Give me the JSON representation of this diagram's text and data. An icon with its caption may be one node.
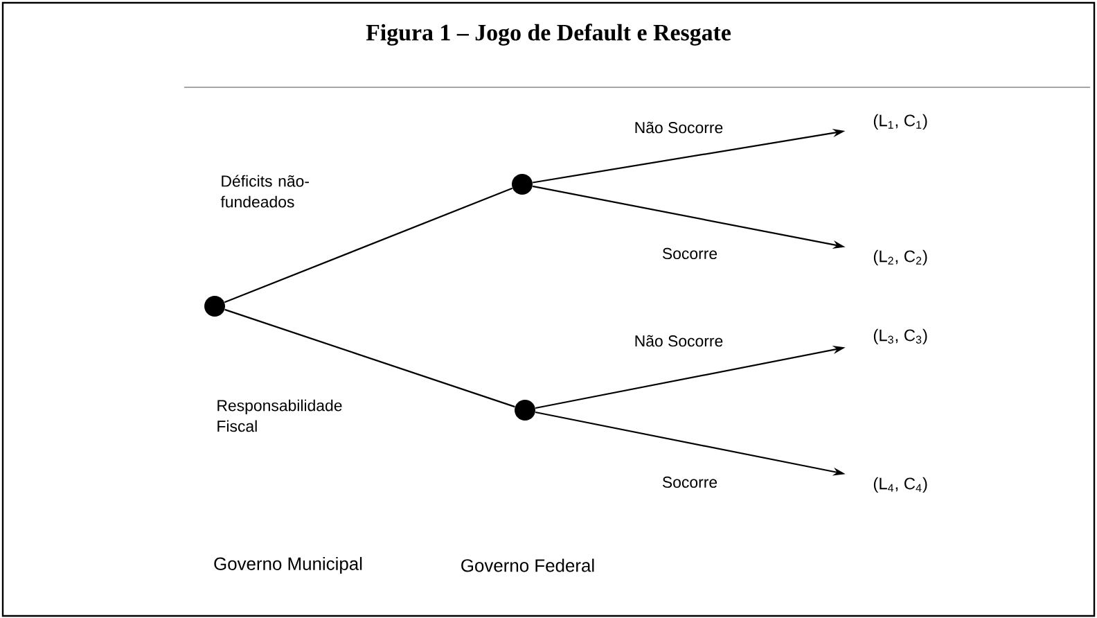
{
  "diagram": {
    "title": "Figura 1 – Jogo de Default e Resgate",
    "nodes": [
      {
        "text": [],
        "shape": "circle"
      },
      {
        "text": [],
        "shape": "circle"
      },
      {
        "text": [],
        "shape": "circle"
      },
      {
        "text": [
          "(L$_{1}$, C$_{1}$)"
        ]
      },
      {
        "text": [
          "(L$_{2}$, C$_{2}$)"
        ]
      },
      {
        "text": [
          "(L$_{3}$, C$_{3}$)"
        ]
      },
      {
        "text": [
          "(L$_{4}$, C$_{4}$)"
        ]
      }
    ],
    "edges": [
      {
        "from": 0,
        "to": 1,
        "arrow": "none",
        "label": "Déficits não-fundeados"
      },
      {
        "from": 0,
        "to": 2,
        "arrow": "none",
        "label": "Responsabilidade Fiscal"
      },
      {
        "from": 1,
        "to": 3,
        "arrow": "to",
        "label": "Não Socorre"
      },
      {
        "from": 1,
        "to": 4,
        "arrow": "to",
        "label": "Socorre"
      },
      {
        "from": 2,
        "to": 5,
        "arrow": "to",
        "label": "Não Socorre"
      },
      {
        "from": 2,
        "to": 6,
        "arrow": "to",
        "label": "Socorre"
      }
    ],
    "labels": [
      "Governo Municipal",
      "Governo Federal"
    ]
  }
}
